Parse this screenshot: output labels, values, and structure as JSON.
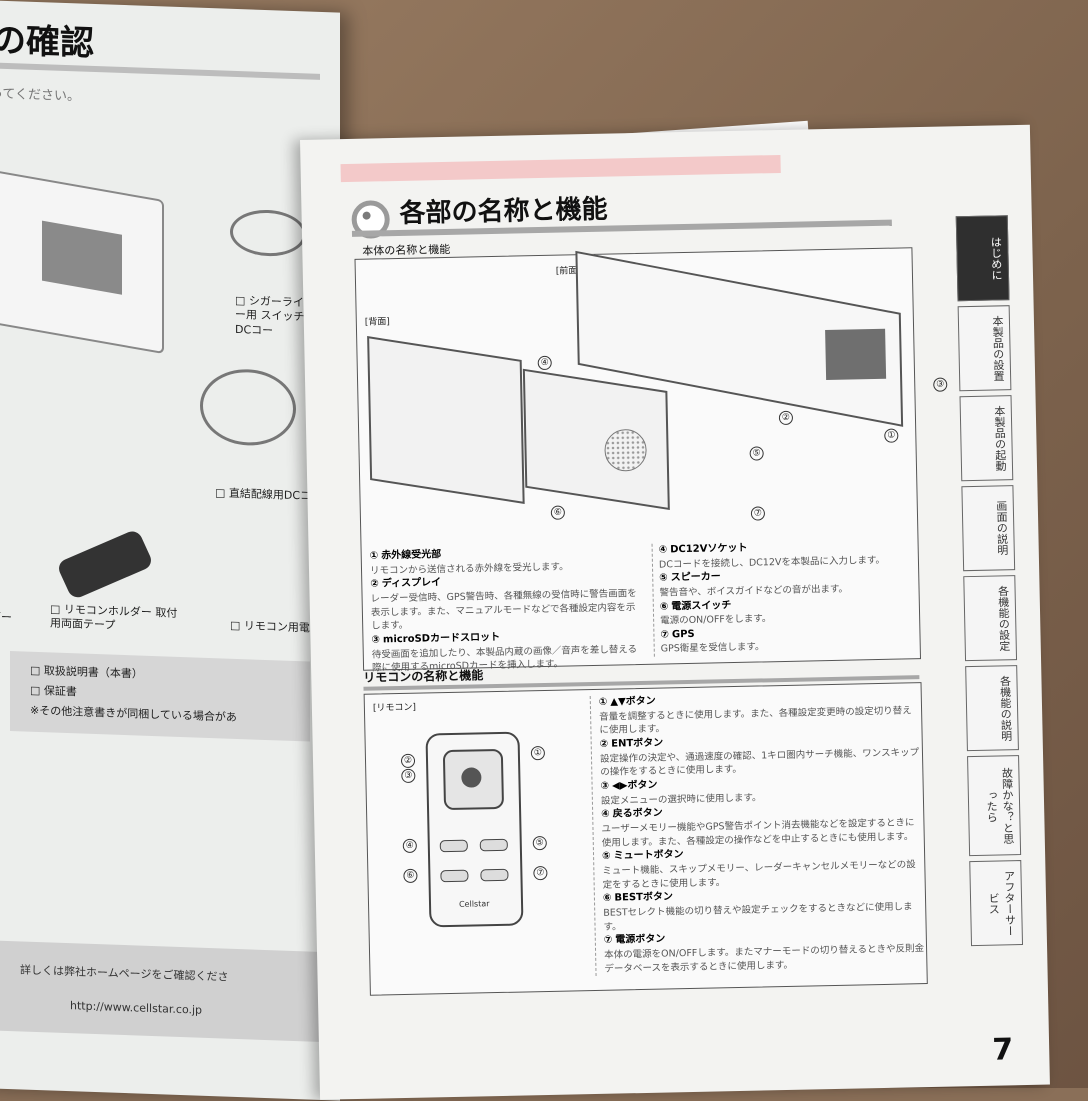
{
  "left_page": {
    "title": "の確認",
    "note": "ってください。",
    "checklist": [
      "□ シガーライター用 スイッチ付DCコー",
      "□ 直結配線用DCコー",
      "□ リモコンホルダー 取付用両面テープ",
      "□ リモコン用電",
      "ダー"
    ],
    "docs": [
      "□ 取扱説明書（本書）",
      "□ 保証書",
      "※その他注意書きが同梱している場合があ"
    ],
    "footer_text": "詳しくは弊社ホームページをご確認くださ",
    "footer_url": "http://www.cellstar.co.jp"
  },
  "right_page": {
    "section_title": "各部の名称と機能",
    "subsection1": "本体の名称と機能",
    "front_label": "[前面]",
    "back_label": "[背面]",
    "body_parts_left": [
      {
        "num": "①",
        "name": "赤外線受光部",
        "desc": "リモコンから送信される赤外線を受光します。"
      },
      {
        "num": "②",
        "name": "ディスプレイ",
        "desc": "レーダー受信時、GPS警告時、各種無線の受信時に警告画面を表示します。また、マニュアルモードなどで各種設定内容を示します。"
      },
      {
        "num": "③",
        "name": "microSDカードスロット",
        "desc": "待受画面を追加したり、本製品内蔵の画像／音声を差し替える際に使用するmicroSDカードを挿入します。"
      }
    ],
    "body_parts_right": [
      {
        "num": "④",
        "name": "DC12Vソケット",
        "desc": "DCコードを接続し、DC12Vを本製品に入力します。"
      },
      {
        "num": "⑤",
        "name": "スピーカー",
        "desc": "警告音や、ボイスガイドなどの音が出ます。"
      },
      {
        "num": "⑥",
        "name": "電源スイッチ",
        "desc": "電源のON/OFFをします。"
      },
      {
        "num": "⑦",
        "name": "GPS",
        "desc": "GPS衛星を受信します。"
      }
    ],
    "subsection2": "リモコンの名称と機能",
    "remote_label": "[リモコン]",
    "remote_brand": "Cellstar",
    "remote_parts": [
      {
        "num": "①",
        "name": "▲▼ボタン",
        "desc": "音量を調整するときに使用します。また、各種設定変更時の設定切り替えに使用します。"
      },
      {
        "num": "②",
        "name": "ENTボタン",
        "desc": "設定操作の決定や、通過速度の確認、1キロ圏内サーチ機能、ワンスキップの操作をするときに使用します。"
      },
      {
        "num": "③",
        "name": "◀▶ボタン",
        "desc": "設定メニューの選択時に使用します。"
      },
      {
        "num": "④",
        "name": "戻るボタン",
        "desc": "ユーザーメモリー機能やGPS警告ポイント消去機能などを設定するときに使用します。また、各種設定の操作などを中止するときにも使用します。"
      },
      {
        "num": "⑤",
        "name": "ミュートボタン",
        "desc": "ミュート機能、スキップメモリー、レーダーキャンセルメモリーなどの設定をするときに使用します。"
      },
      {
        "num": "⑥",
        "name": "BESTボタン",
        "desc": "BESTセレクト機能の切り替えや設定チェックをするときなどに使用します。"
      },
      {
        "num": "⑦",
        "name": "電源ボタン",
        "desc": "本体の電源をON/OFFします。またマナーモードの切り替えるときや反則金データベースを表示するときに使用します。"
      }
    ],
    "tabs": [
      "はじめに",
      "本製品の設置",
      "本製品の起動",
      "画面の説明",
      "各機能の設定",
      "各機能の説明",
      "故障かな？と思ったら",
      "アフターサービス"
    ],
    "page_number": "7"
  }
}
